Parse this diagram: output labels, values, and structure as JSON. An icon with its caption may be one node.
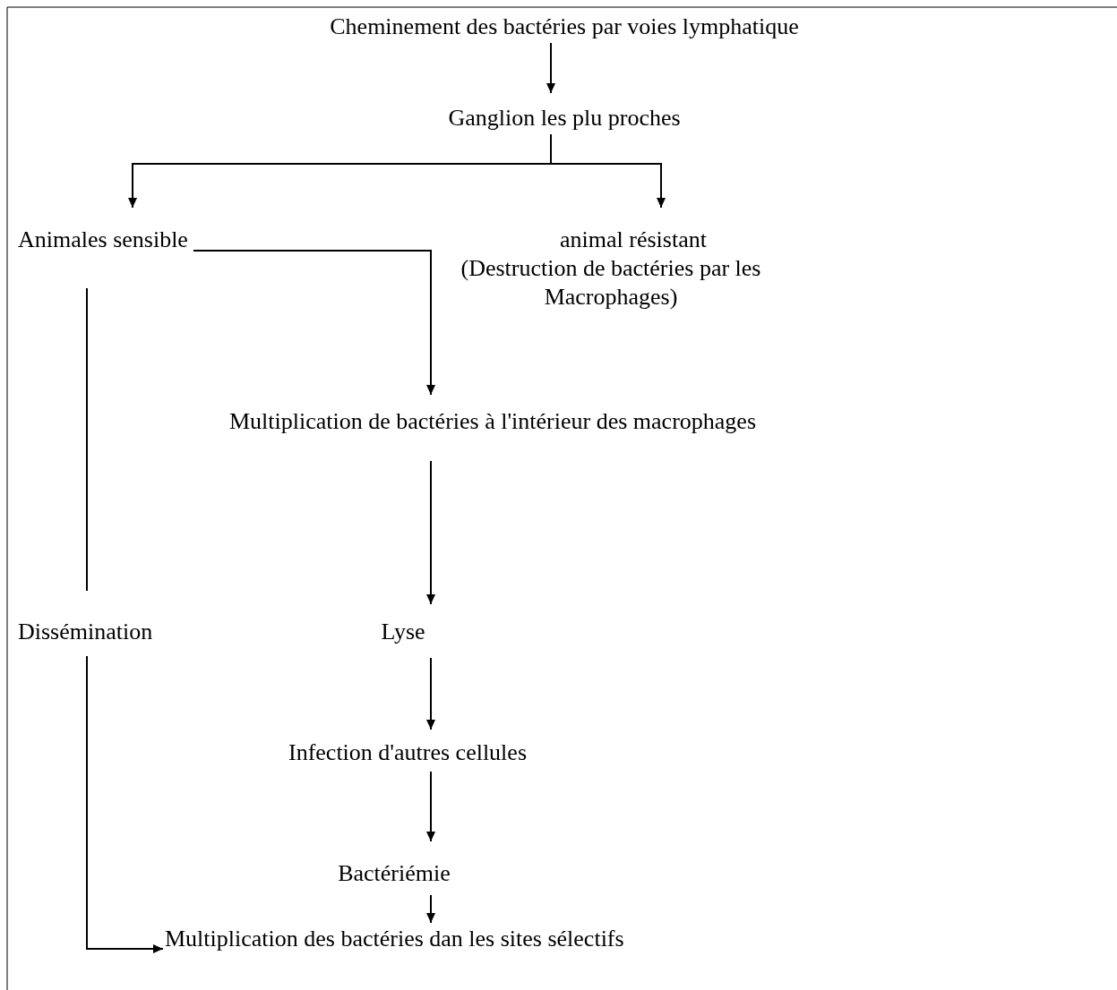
{
  "diagram": {
    "nodes": [
      {
        "text": [
          "Cheminement des bactéries par voies lymphatique"
        ]
      },
      {
        "text": [
          "Ganglion les plu proches"
        ]
      },
      {
        "text": [
          "Animales sensible"
        ]
      },
      {
        "text": [
          "animal résistant",
          "(Destruction de bactéries par les Macrophages)"
        ]
      },
      {
        "text": [
          "Multiplication de bactéries à l'intérieur des macrophages"
        ]
      },
      {
        "text": [
          "Dissémination"
        ]
      },
      {
        "text": [
          "Lyse"
        ]
      },
      {
        "text": [
          "Infection d'autres cellules"
        ]
      },
      {
        "text": [
          "Bactériémie"
        ]
      },
      {
        "text": [
          "Multiplication des bactéries dan les sites sélectifs"
        ]
      }
    ],
    "edges": [
      {
        "from": 0,
        "to": 1,
        "arrow": "to"
      },
      {
        "from": 1,
        "to": 2,
        "arrow": "to"
      },
      {
        "from": 1,
        "to": 3,
        "arrow": "to"
      },
      {
        "from": 2,
        "to": 4,
        "arrow": "to"
      },
      {
        "from": 2,
        "to": 5,
        "arrow": "none"
      },
      {
        "from": 4,
        "to": 6,
        "arrow": "to"
      },
      {
        "from": 6,
        "to": 7,
        "arrow": "to"
      },
      {
        "from": 7,
        "to": 8,
        "arrow": "to"
      },
      {
        "from": 8,
        "to": 9,
        "arrow": "to"
      },
      {
        "from": 5,
        "to": 9,
        "arrow": "to"
      }
    ]
  }
}
